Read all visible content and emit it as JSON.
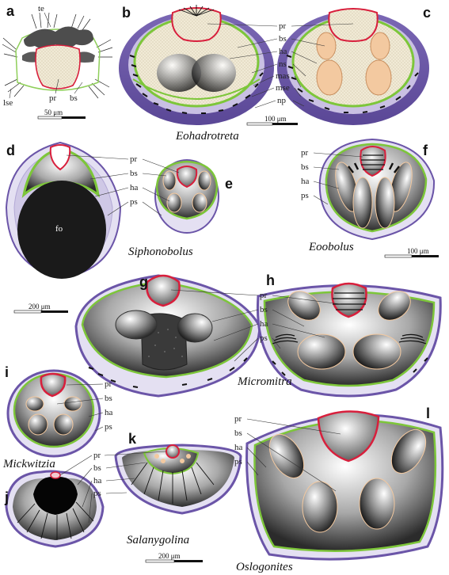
{
  "panels": {
    "a": {
      "letter": "a",
      "labels": {
        "te": "te",
        "lse": "lse",
        "pr": "pr",
        "bs": "bs"
      },
      "scale": "50 μm"
    },
    "b": {
      "letter": "b"
    },
    "c": {
      "letter": "c"
    },
    "d": {
      "letter": "d",
      "labels": {
        "fo": "fo"
      }
    },
    "e": {
      "letter": "e"
    },
    "f": {
      "letter": "f",
      "labels": {
        "pr": "pr",
        "bs": "bs",
        "ha": "ha",
        "ps": "ps"
      },
      "scale": "100 μm"
    },
    "g": {
      "letter": "g"
    },
    "h": {
      "letter": "h"
    },
    "i": {
      "letter": "i",
      "labels": {
        "pr": "pr",
        "bs": "bs",
        "ha": "ha",
        "ps": "ps"
      }
    },
    "j": {
      "letter": "j"
    },
    "k": {
      "letter": "k",
      "labels": {
        "pr": "pr",
        "bs": "bs",
        "ha": "ha",
        "ps": "ps"
      }
    },
    "l": {
      "letter": "l",
      "labels": {
        "pr": "pr",
        "bs": "bs",
        "ha": "ha",
        "ps": "ps"
      }
    }
  },
  "bc_labels": [
    "pr",
    "bs",
    "ha",
    "ns",
    "mas",
    "mse",
    "np"
  ],
  "de_labels": [
    "pr",
    "bs",
    "ha",
    "ps"
  ],
  "gh_labels": [
    "pr",
    "bs",
    "ha",
    "ps"
  ],
  "scales": {
    "bc": "100 μm",
    "middle": "200 μm",
    "bottom": "200 μm"
  },
  "genera": {
    "eohadrotreta": "Eohadrotreta",
    "siphonobolus": "Siphonobolus",
    "eoobolus": "Eoobolus",
    "micromitra": "Micromitra",
    "mickwitzia": "Mickwitzia",
    "salanygolina": "Salanygolina",
    "oslogonites": "Oslogonites"
  },
  "colors": {
    "protegulum": "#d81f3c",
    "body_shell": "#7dc63a",
    "post_shell": "#6b55a8",
    "post_shell_light": "#d8d2ec",
    "muscle": "#f3c9a0",
    "dark": "#1a1a1a"
  }
}
